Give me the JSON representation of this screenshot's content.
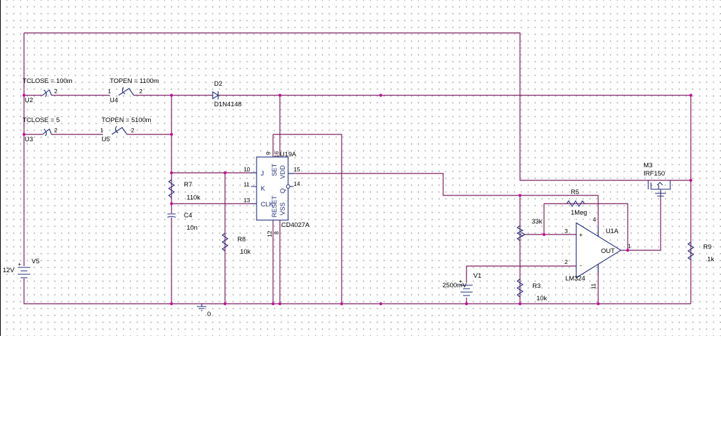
{
  "colors": {
    "wire": "#7a1a5e",
    "part": "#1a2a7a",
    "junction": "#c0109a",
    "text": "#000000",
    "grid_dot": "#b0b0b0"
  },
  "switches": {
    "u2": {
      "ref": "U2",
      "param": "TCLOSE = 100m",
      "pin2": "2"
    },
    "u4": {
      "ref": "U4",
      "param": "TOPEN = 1100m",
      "pin1": "1",
      "pin2": "2"
    },
    "u3": {
      "ref": "U3",
      "param": "TCLOSE = 5",
      "pin2": "2"
    },
    "u5": {
      "ref": "U5",
      "param": "TOPEN = 5100m",
      "pin1": "1",
      "pin2": "2"
    }
  },
  "diode": {
    "ref": "D2",
    "value": "D1N4148"
  },
  "resistors": {
    "r7": {
      "ref": "R7",
      "value": "110k"
    },
    "r8": {
      "ref": "R8",
      "value": "10k"
    },
    "r5": {
      "ref": "R5",
      "value": "1Meg"
    },
    "r3": {
      "ref": "R3",
      "value": "10k"
    },
    "r9": {
      "ref": "R9",
      "value": "1k"
    },
    "pot": {
      "value": "33k"
    }
  },
  "capacitor": {
    "ref": "C4",
    "value": "10n"
  },
  "sources": {
    "v5": {
      "ref": "V5",
      "value": "12V"
    },
    "v1": {
      "ref": "V1",
      "value": "2500mV"
    }
  },
  "ground": {
    "label": "0"
  },
  "flipflop": {
    "ref": "U19A",
    "part": "CD4027A",
    "pin_j": "J",
    "pin_k": "K",
    "pin_clk": "CLK",
    "pin_set": "SET",
    "pin_reset": "RESET",
    "pin_vdd": "VDD",
    "pin_vss": "VSS",
    "pin_q": "Q",
    "pin_qbar": "Q",
    "pin9": "9",
    "pin16": "16",
    "pin10": "10",
    "pin11": "11",
    "pin13": "13",
    "pin15": "15",
    "pin14": "14",
    "pin12": "12",
    "pin8": "8"
  },
  "opamp": {
    "ref": "U1A",
    "part": "LM324",
    "out": "OUT",
    "pin3": "3",
    "pin2": "2",
    "pin4": "4",
    "pin11": "11",
    "pin1": "1",
    "plus": "+",
    "minus": "-"
  },
  "mosfet": {
    "ref": "M3",
    "part": "IRF150"
  }
}
